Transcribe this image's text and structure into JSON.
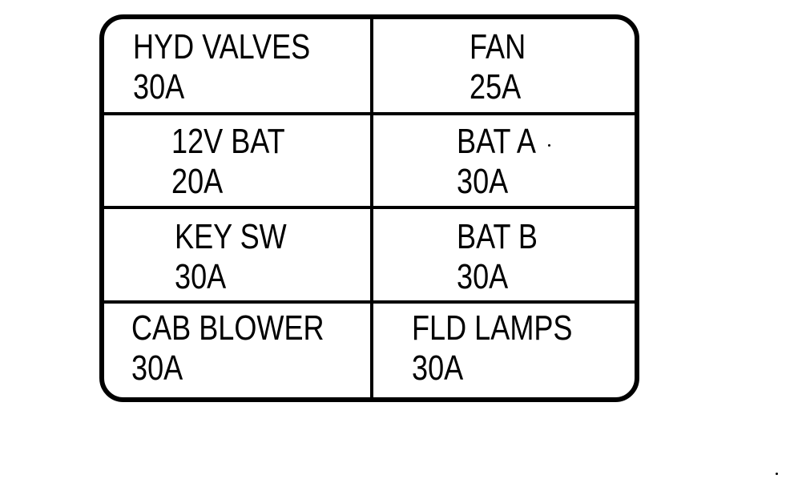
{
  "fuse_panel": {
    "cells": [
      {
        "name": "HYD VALVES",
        "rating": "30A"
      },
      {
        "name": "FAN",
        "rating": "25A"
      },
      {
        "name": "12V BAT",
        "rating": "20A"
      },
      {
        "name": "BAT A",
        "rating": "30A"
      },
      {
        "name": "KEY SW",
        "rating": "30A"
      },
      {
        "name": "BAT B",
        "rating": "30A"
      },
      {
        "name": "CAB BLOWER",
        "rating": "30A"
      },
      {
        "name": "FLD LAMPS",
        "rating": "30A"
      }
    ]
  }
}
